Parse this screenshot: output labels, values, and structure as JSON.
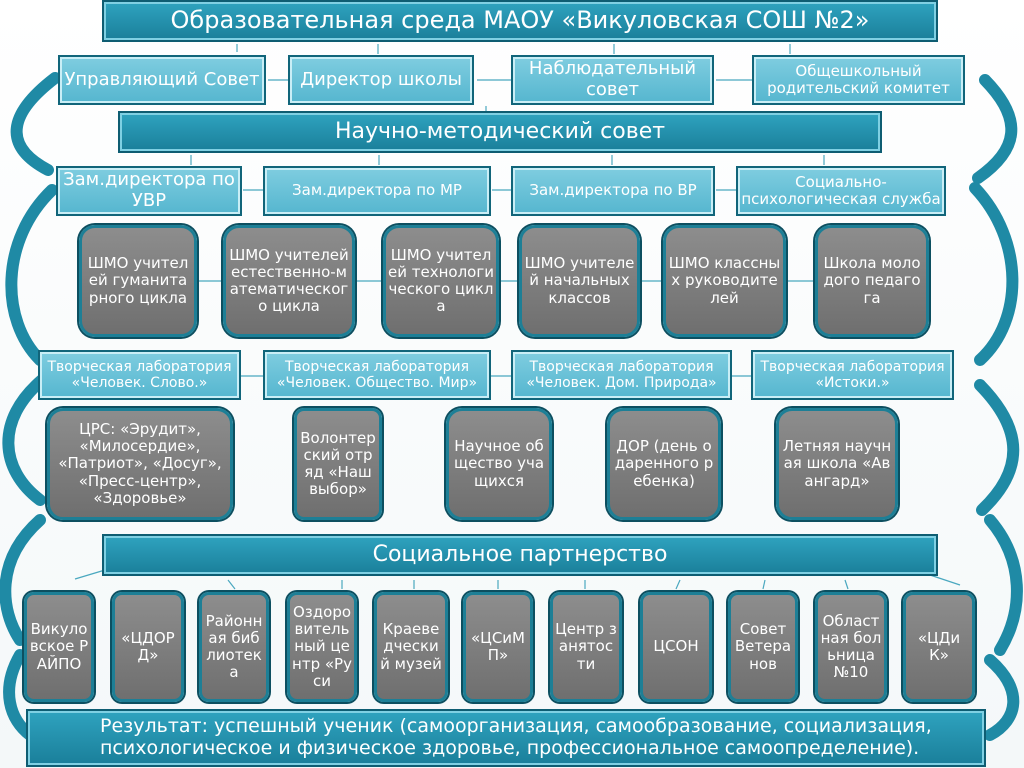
{
  "title": "Образовательная  среда МАОУ «Викуловская СОШ №2»",
  "governance": [
    "Управляющий Совет",
    "Директор школы",
    "Наблюдательный совет",
    "Общешкольный родительский комитет"
  ],
  "council": "Научно-методический совет",
  "deputies": [
    "Зам.директора по УВР",
    "Зам.директора по МР",
    "Зам.директора по ВР",
    "Социально-психологическая служба"
  ],
  "shmo": [
    "ШМО учителей гуманитарного цикла",
    "ШМО учителей естественно-математического цикла",
    "ШМО учителей технологического цикла",
    "ШМО учителей начальных классов",
    "ШМО классных руководителей",
    "Школа молодого педагога"
  ],
  "labs": [
    "Творческая лаборатория «Человек. Слово.»",
    "Творческая лаборатория «Человек. Общество. Мир»",
    "Творческая лаборатория «Человек. Дом. Природа»",
    "Творческая лаборатория «Истоки.»"
  ],
  "activities": [
    "ЦРС: «Эрудит», «Милосердие», «Патриот», «Досуг», «Пресс-центр», «Здоровье»",
    "Волонтерский отряд «Наш выбор»",
    "Научное общество учащихся",
    "ДОР (день одаренного ребенка)",
    "Летняя научная школа «Авангард»"
  ],
  "partnership": "Социальное партнерство",
  "partners": [
    "Викуловское РАЙПО",
    "«ЦДОРД»",
    "Районная библиотека",
    "Оздоровительный центр «Руси",
    "Краеведческий музей",
    "«ЦСиМП»",
    "Центр занятости",
    "ЦСОН",
    "Совет Ветеранов",
    "Областная больница №10",
    "«ЦДиК»"
  ],
  "result": "Результат: успешный ученик (самоорганизация, самообразование, социализация, психологическое и физическое здоровье, профессиональное самоопределение)."
}
